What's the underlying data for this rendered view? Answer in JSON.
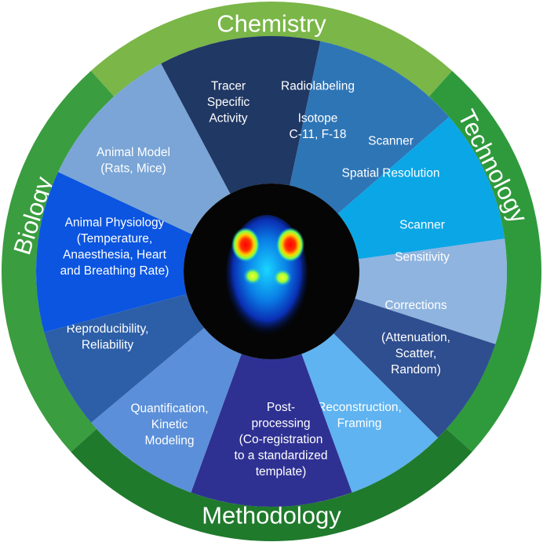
{
  "ring": [
    {
      "label": "Chemistry",
      "color": "#7ab648"
    },
    {
      "label": "Technology",
      "color": "#2f9a3c"
    },
    {
      "label": "Methodology",
      "color": "#1f7a2c"
    },
    {
      "label": "Biology",
      "color": "#3a9d3f"
    }
  ],
  "segments": [
    {
      "lines": [
        "Tracer",
        "Specific",
        "Activity"
      ],
      "color": "#203864"
    },
    {
      "lines": [
        "Radiolabeling",
        "",
        "Isotope",
        "C-11, F-18"
      ],
      "color": "#2e75b6"
    },
    {
      "lines": [
        "Scanner",
        "",
        "Spatial Resolution"
      ],
      "color": "#0aa6e6"
    },
    {
      "lines": [
        "Scanner",
        "",
        "Sensitivity"
      ],
      "color": "#8fb4df"
    },
    {
      "lines": [
        "Corrections",
        "",
        "(Attenuation,",
        "Scatter,",
        "Random)"
      ],
      "color": "#2f4e8f"
    },
    {
      "lines": [
        "Reconstruction,",
        "Framing"
      ],
      "color": "#5fb3f0"
    },
    {
      "lines": [
        "Post-",
        "processing",
        "(Co-registration",
        "to a standardized",
        "template)"
      ],
      "color": "#2e3192"
    },
    {
      "lines": [
        "Quantification,",
        "Kinetic",
        "Modeling"
      ],
      "color": "#5b8fd9"
    },
    {
      "lines": [
        "Reproducibility,",
        "Reliability"
      ],
      "color": "#2d5fa8"
    },
    {
      "lines": [
        "Animal Physiology",
        "(Temperature,",
        "Anaesthesia, Heart",
        "and Breathing Rate)"
      ],
      "color": "#0b55e0"
    },
    {
      "lines": [
        "Animal Model",
        "(Rats, Mice)"
      ],
      "color": "#7aa5d6"
    }
  ],
  "center_image": "pet-scan-rat-brain"
}
